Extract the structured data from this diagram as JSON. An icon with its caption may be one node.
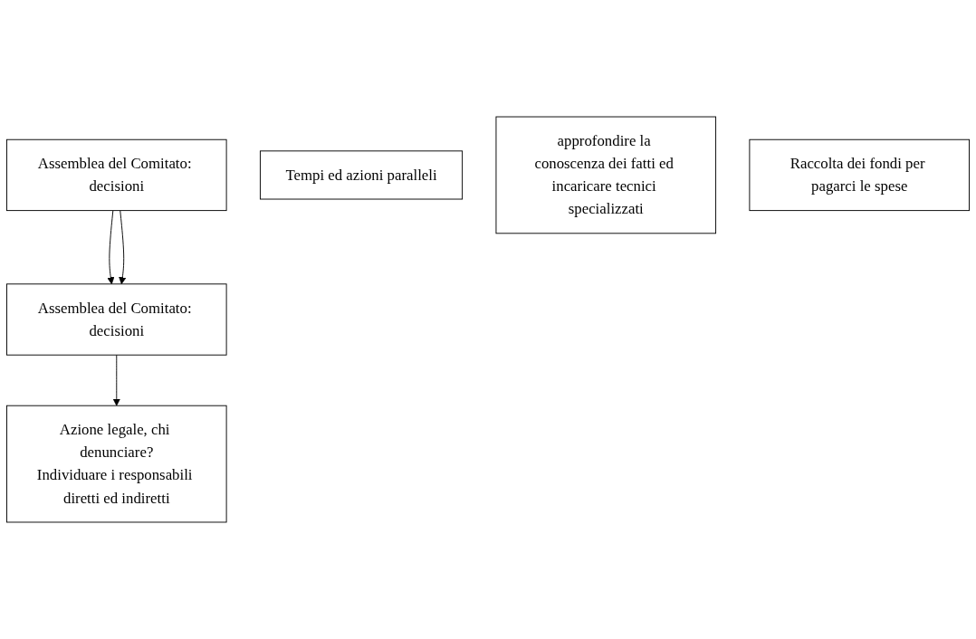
{
  "diagram": {
    "nodes": [
      {
        "text": [
          "Assemblea del Comitato: decisioni"
        ]
      },
      {
        "text": [
          "Tempi ed azioni paralleli"
        ]
      },
      {
        "text": [
          "approfondire la conoscenza dei fatti ed incaricare tecnici specializzati"
        ]
      },
      {
        "text": [
          "Raccolta dei fondi per pagarci le spese"
        ]
      },
      {
        "text": [
          "Assemblea del Comitato: decisioni"
        ]
      },
      {
        "text": [
          "Azione legale, chi denunciare?",
          "Individuare i responsabili diretti ed indiretti"
        ]
      }
    ],
    "edges": [
      {
        "from": 0,
        "to": 4,
        "arrow": "to"
      },
      {
        "from": 0,
        "to": 4,
        "arrow": "to"
      },
      {
        "from": 4,
        "to": 5,
        "arrow": "to"
      }
    ]
  }
}
